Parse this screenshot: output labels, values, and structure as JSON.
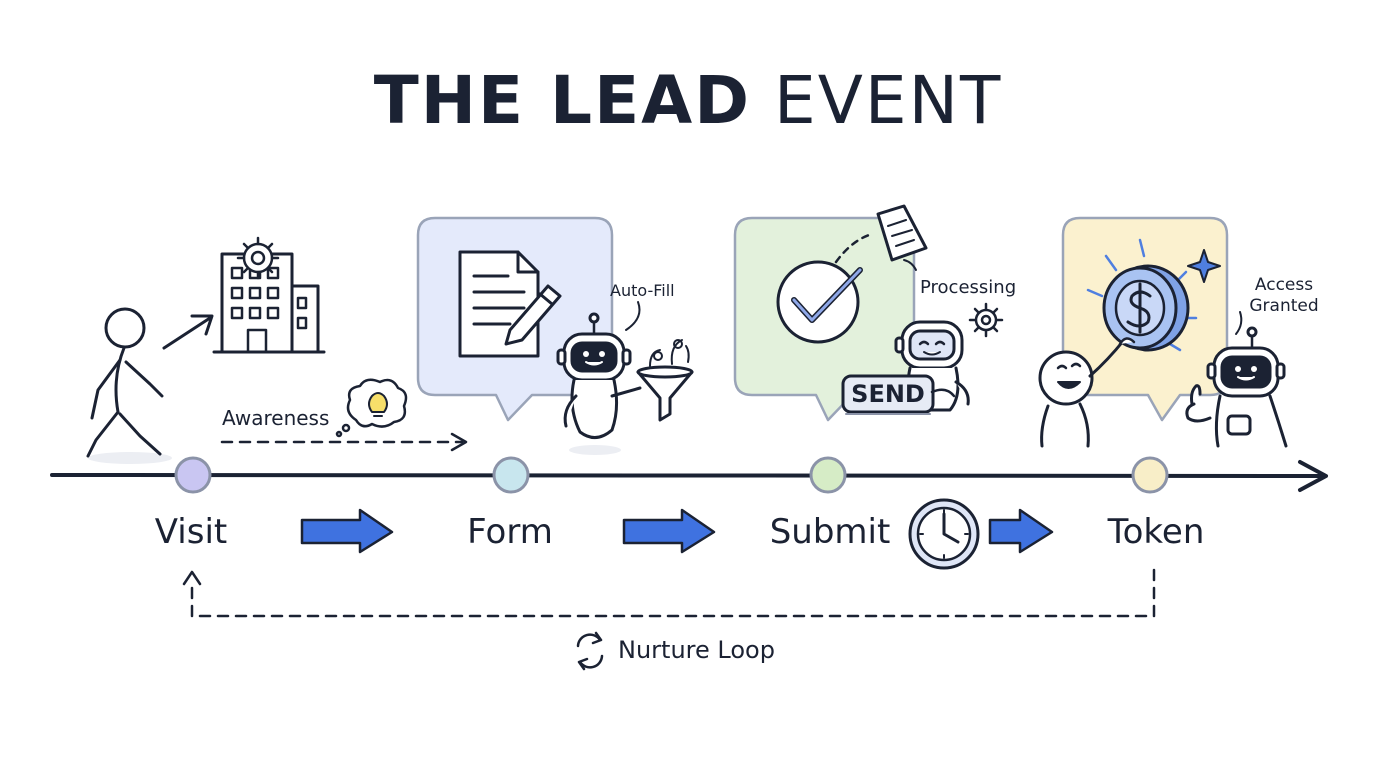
{
  "title": {
    "lead": "THE LEAD",
    "rest": "EVENT"
  },
  "stages": [
    {
      "label": "Visit",
      "dot_color": "#c9c6f2"
    },
    {
      "label": "Form",
      "dot_color": "#c8e6ee"
    },
    {
      "label": "Submit",
      "dot_color": "#d6ecc6"
    },
    {
      "label": "Token",
      "dot_color": "#f8eec8"
    }
  ],
  "notes": {
    "awareness": "Awareness",
    "autofill": "Auto-Fill",
    "processing": "Processing",
    "access_line1": "Access",
    "access_line2": "Granted"
  },
  "send_button": "SEND",
  "loop_label": "Nurture Loop",
  "colors": {
    "ink": "#1b2233",
    "arrow_blue": "#3f72e0",
    "form_panel": "#e4eafb",
    "submit_panel": "#e3f1dc",
    "token_panel": "#fbf1cf",
    "coin": "#a9c3f2"
  },
  "icons": [
    "person-walking-icon",
    "office-building-icon",
    "gear-icon",
    "lightbulb-thought-icon",
    "document-pencil-icon",
    "robot-icon",
    "funnel-icon",
    "checkmark-icon",
    "paper-plane-document-icon",
    "clock-icon",
    "dollar-coin-icon",
    "sparkle-icon",
    "happy-person-icon",
    "thumbs-up-robot-icon",
    "refresh-loop-icon"
  ]
}
